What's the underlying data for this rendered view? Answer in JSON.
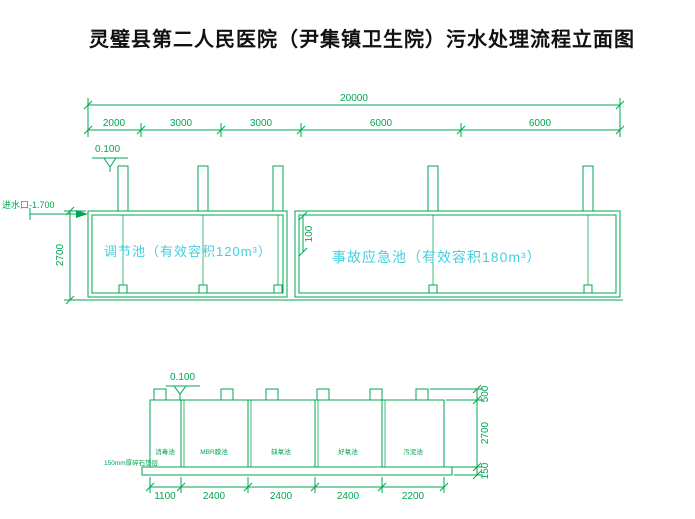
{
  "title": "灵璧县第二人民医院（尹集镇卫生院）污水处理流程立面图",
  "colors": {
    "line_green": "#00a651",
    "label_cyan": "#45cfe0",
    "title_black": "#111111"
  },
  "upper_elevation": {
    "level_mark": "0.100",
    "inlet_label": "进水口-1.700",
    "total_dim": "20000",
    "segment_dims": [
      "2000",
      "3000",
      "3000",
      "6000",
      "6000"
    ],
    "height_dim": "2700",
    "gap_dim": "100",
    "tanks": [
      {
        "label": "调节池（有效容积120m³）"
      },
      {
        "label": "事故应急池（有效容积180m³）"
      }
    ]
  },
  "lower_elevation": {
    "level_mark": "0.100",
    "note": "150mm厚碎石垫层",
    "compartments": [
      "消毒池",
      "MBR膜池",
      "缺氧池",
      "好氧池",
      "污泥池"
    ],
    "bottom_dims": [
      "1100",
      "2400",
      "2400",
      "2400",
      "2200"
    ],
    "right_dims": [
      "500",
      "2700",
      "150"
    ]
  }
}
